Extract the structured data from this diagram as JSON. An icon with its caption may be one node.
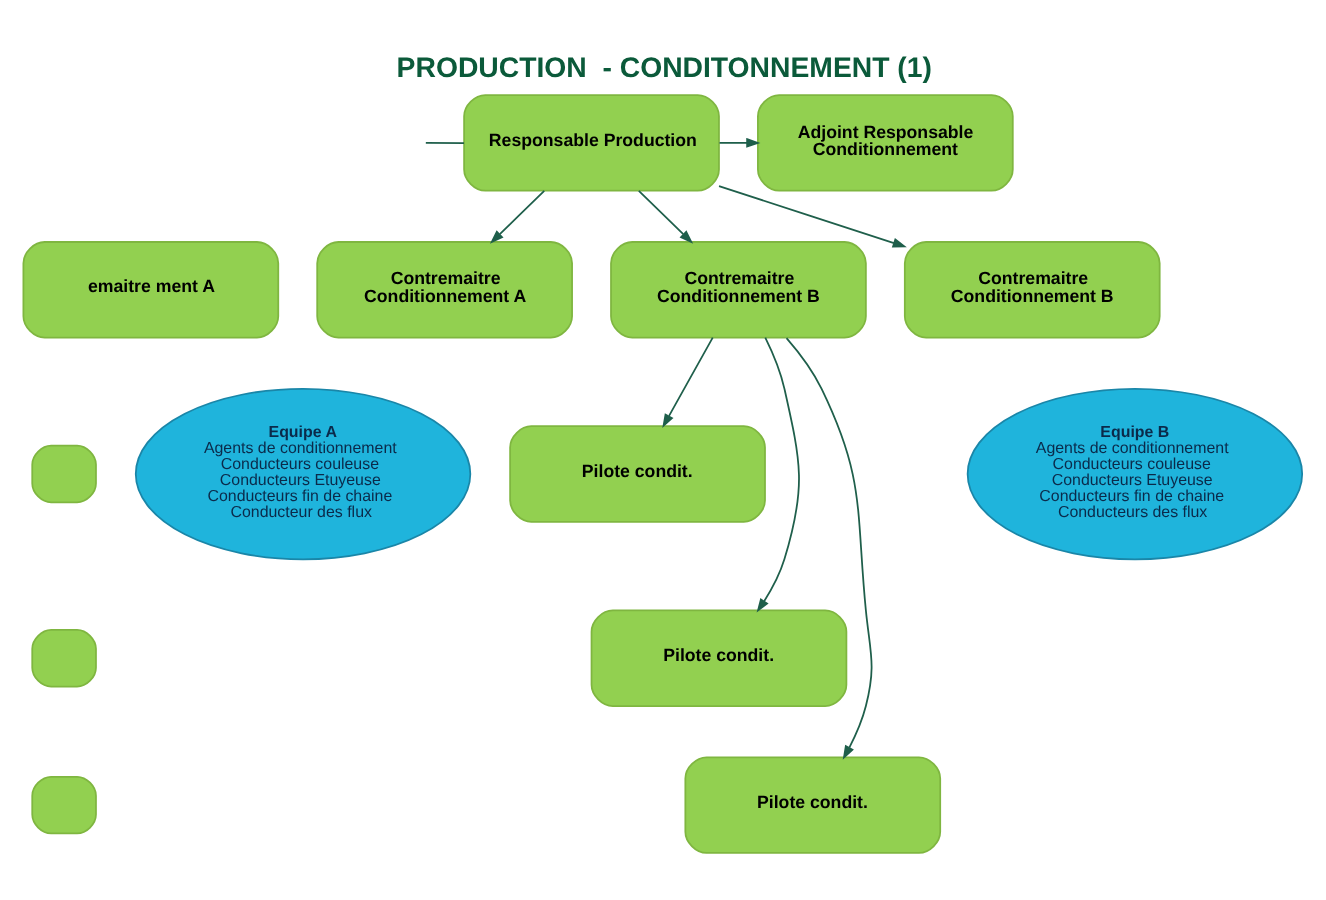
{
  "diagram": {
    "title": "PRODUCTION  - CONDITONNEMENT (1)",
    "nodes": [
      {
        "text": [
          "Responsable Production"
        ]
      },
      {
        "text": [
          "Adjoint Responsable Conditionnement"
        ]
      },
      {
        "text": [
          "emaitre ment A"
        ]
      },
      {
        "text": [
          "Contremaitre Conditionnement A"
        ]
      },
      {
        "text": [
          "Contremaitre Conditionnement B"
        ]
      },
      {
        "text": [
          "Contremaitre Conditionnement B"
        ]
      },
      {
        "text": [],
        "shape": "box"
      },
      {
        "text": [],
        "shape": "box"
      },
      {
        "text": [],
        "shape": "box"
      },
      {
        "text": [
          "Equipe A",
          "Agents de conditionnement Conducteurs couleuse Conducteurs Etuyeuse Conducteurs fin de chaine Conducteur des flux"
        ]
      },
      {
        "text": [
          "Pilote condit."
        ]
      },
      {
        "text": [
          "Pilote condit."
        ]
      },
      {
        "text": [
          "Pilote condit."
        ]
      },
      {
        "text": [
          "Equipe B",
          "Agents de conditionnement Conducteurs couleuse Conducteurs Etuyeuse Conducteurs fin de chaine Conducteurs des flux"
        ]
      }
    ],
    "edges": [
      {
        "from": 0,
        "to": 1,
        "arrow": "to"
      },
      {
        "from": 0,
        "to": null,
        "arrow": "none"
      },
      {
        "from": 0,
        "to": 3,
        "arrow": "to"
      },
      {
        "from": 0,
        "to": 4,
        "arrow": "to"
      },
      {
        "from": 0,
        "to": 5,
        "arrow": "to"
      },
      {
        "from": 4,
        "to": 10,
        "arrow": "to"
      },
      {
        "from": 4,
        "to": 11,
        "arrow": "to"
      },
      {
        "from": 4,
        "to": 12,
        "arrow": "to"
      }
    ]
  }
}
